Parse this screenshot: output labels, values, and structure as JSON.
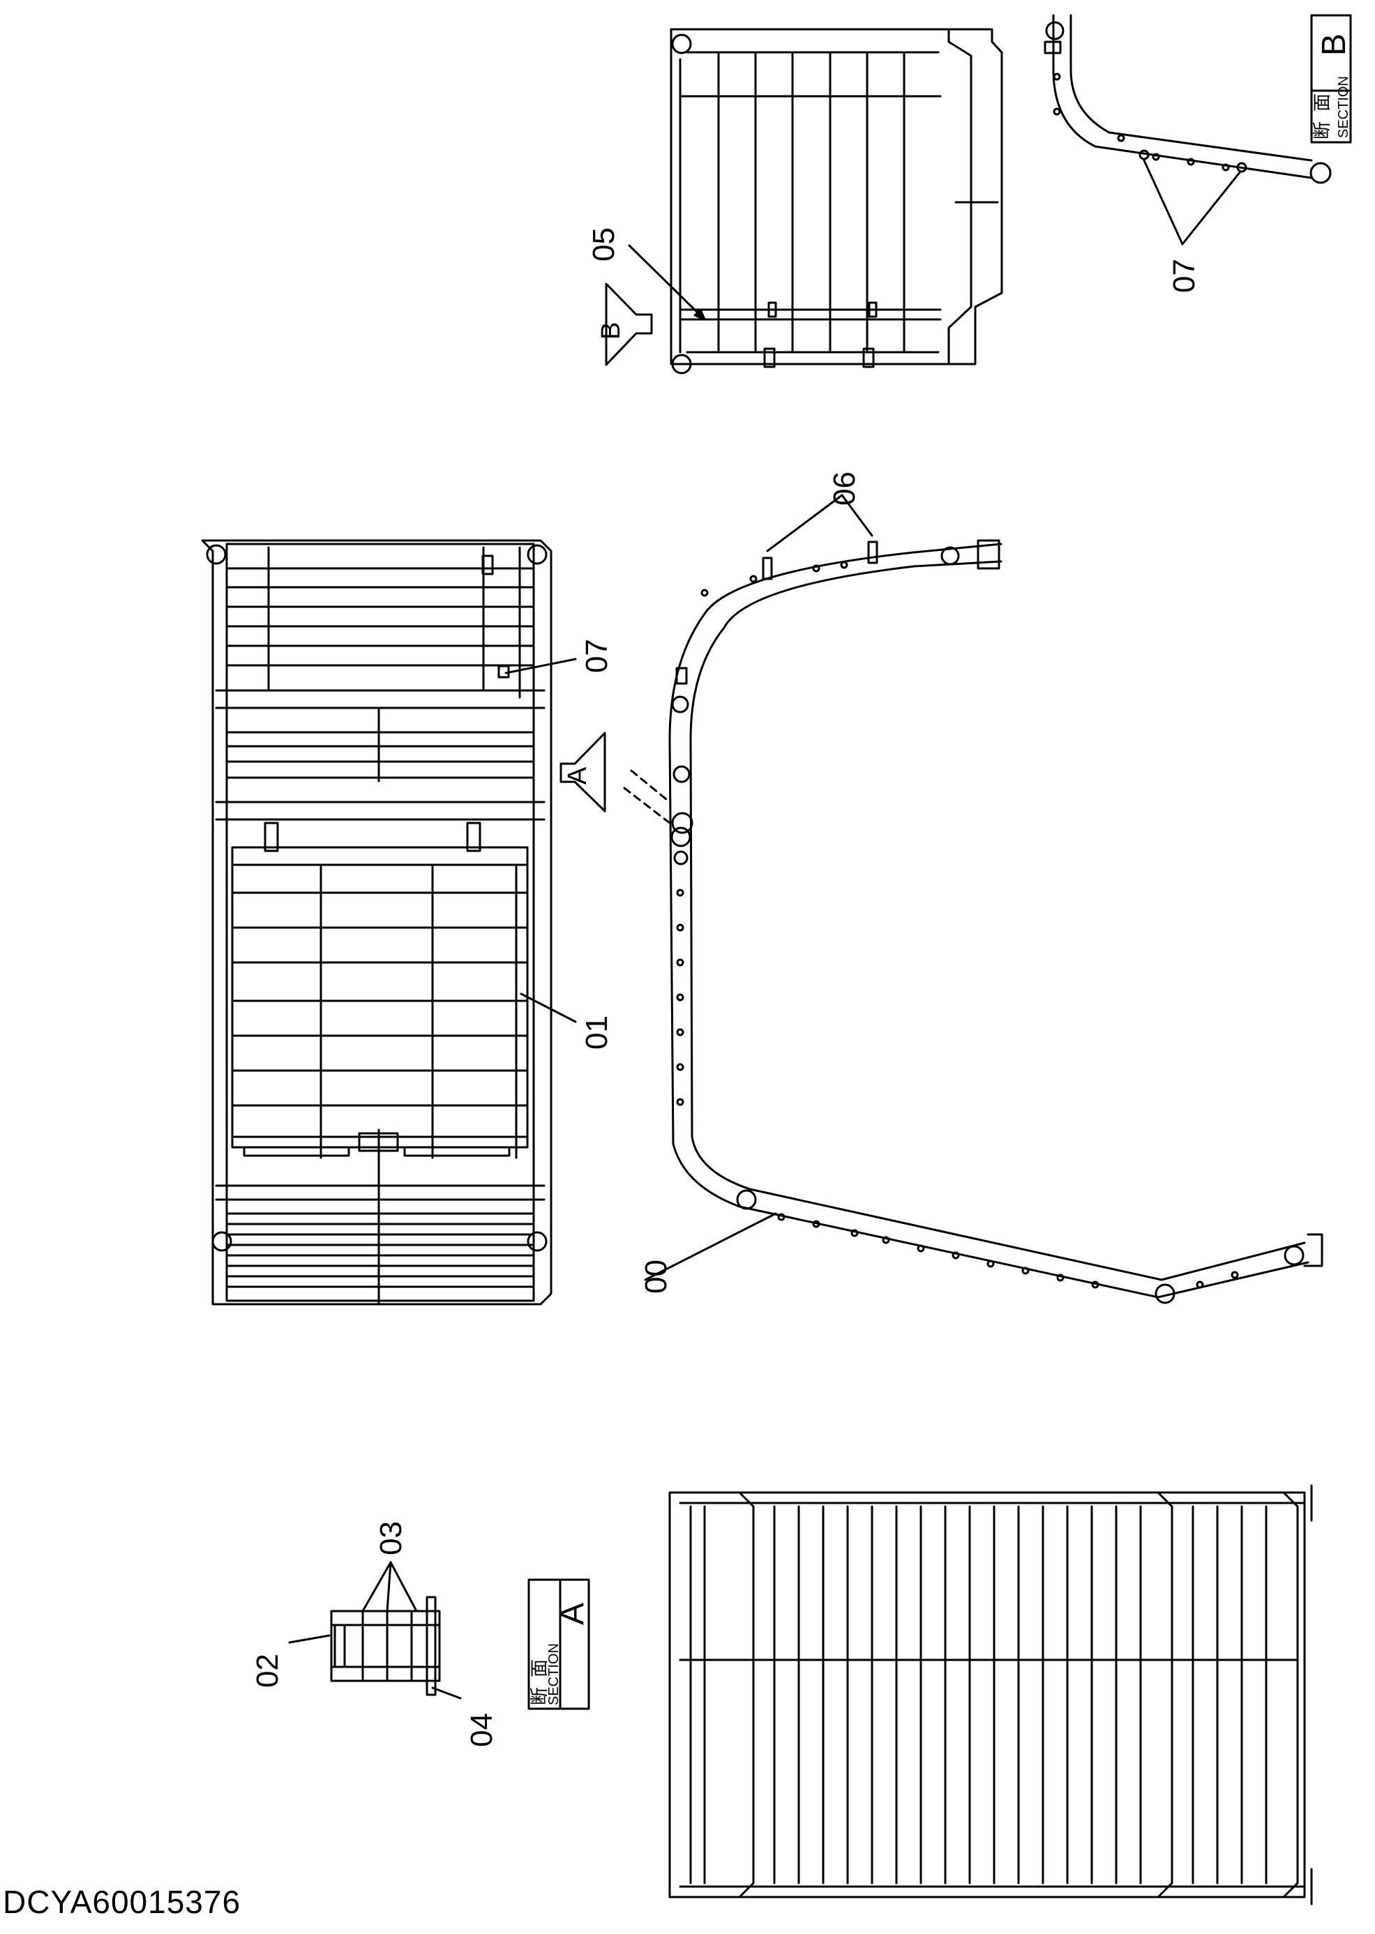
{
  "part_labels": {
    "p00": "00",
    "p01": "01",
    "p02": "02",
    "p03": "03",
    "p04": "04",
    "p05": "05",
    "p06": "06",
    "p07_top": "07",
    "p07_mid": "07"
  },
  "section_a": {
    "kanji1": "断",
    "kanji2": "面",
    "word": "SECTION",
    "letter": "A"
  },
  "section_b": {
    "kanji1": "断",
    "kanji2": "面",
    "word": "SECTION",
    "letter": "B"
  },
  "view_arrows": {
    "arrow_a": "A",
    "arrow_b": "B"
  },
  "document_code": "DCYA60015376"
}
